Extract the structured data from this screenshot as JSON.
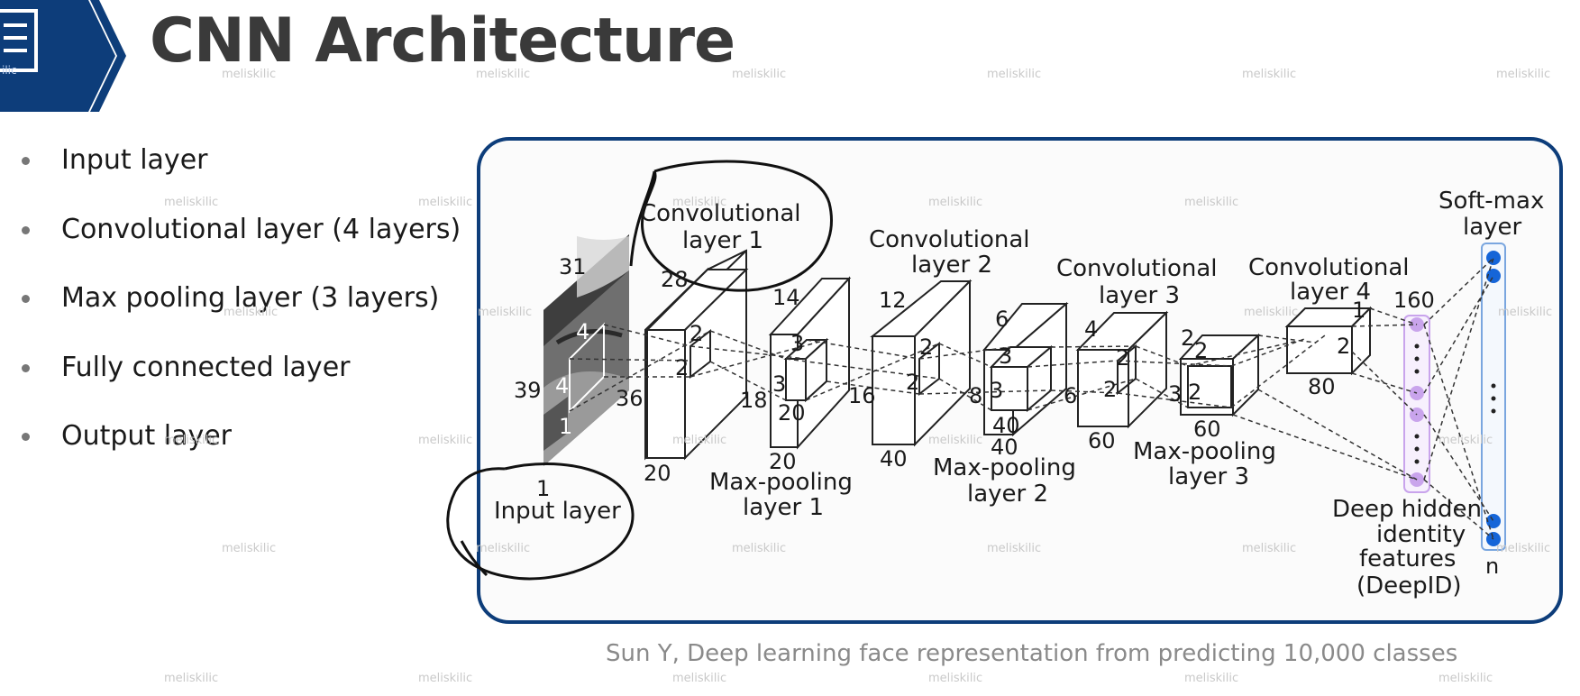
{
  "slide": {
    "title": "CNN Architecture",
    "bullets": [
      "Input layer",
      "Convolutional layer (4 layers)",
      "Max pooling layer (3 layers)",
      "Fully connected layer",
      "Output layer"
    ],
    "citation": "Sun Y, Deep learning face representation from predicting 10,000 classes",
    "watermark": "meliskilic",
    "badge_fragment": "ilic",
    "colors": {
      "frame": "#0d3d7a",
      "badge": "#0d3d7a",
      "neurons": "#c9a4ec",
      "softmax": "#1565d8"
    }
  },
  "diagram": {
    "labels": {
      "input": "Input layer",
      "conv1a": "Convolutional",
      "conv1b": "layer 1",
      "conv2a": "Convolutional",
      "conv2b": "layer 2",
      "conv3a": "Convolutional",
      "conv3b": "layer 3",
      "conv4a": "Convolutional",
      "conv4b": "layer 4",
      "pool1a": "Max-pooling",
      "pool1b": "layer 1",
      "pool2a": "Max-pooling",
      "pool2b": "layer 2",
      "pool3a": "Max-pooling",
      "pool3b": "layer 3",
      "softmaxa": "Soft-max",
      "softmaxb": "layer",
      "deepida": "Deep hidden",
      "deepidb": "identity",
      "deepidc": "features",
      "deepidd": "(DeepID)"
    },
    "dims": {
      "in31": "31",
      "in39": "39",
      "in1": "1",
      "in4a": "4",
      "in4b": "4",
      "in1w": "1",
      "c1_28": "28",
      "c1_36": "36",
      "c1_20": "20",
      "c1_k2a": "2",
      "c1_k2b": "2",
      "p1_14": "14",
      "p1_18": "18",
      "p1_20": "20",
      "p1_3a": "3",
      "p1_3b": "3",
      "p1_20b": "20",
      "c2_12": "12",
      "c2_16": "16",
      "c2_40": "40",
      "c2_k2a": "2",
      "c2_k2b": "2",
      "p2_6": "6",
      "p2_8": "8",
      "p2_40": "40",
      "p2_3a": "3",
      "p2_3b": "3",
      "p2_40b": "40",
      "c3_4": "4",
      "c3_6": "6",
      "c3_60": "60",
      "c3_k2a": "2",
      "c3_k2b": "2",
      "p3_3": "3",
      "p3_2a": "2",
      "p3_2b": "2",
      "p3_2c": "2",
      "p3_60": "60",
      "c4_1": "1",
      "c4_2": "2",
      "c4_80": "80",
      "deepid_160": "160",
      "softmax_n": "n"
    }
  }
}
